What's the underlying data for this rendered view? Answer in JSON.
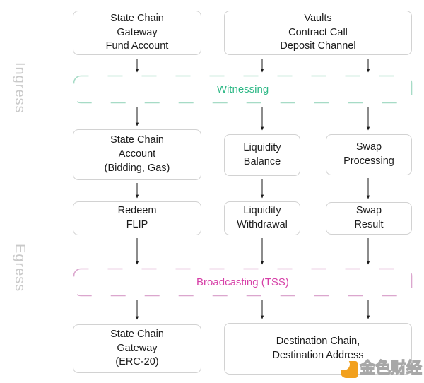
{
  "side_labels": {
    "ingress": "Ingress",
    "egress": "Egress"
  },
  "nodes": {
    "fund_account": "State Chain\nGateway\nFund Account",
    "vaults": "Vaults\nContract Call\nDeposit Channel",
    "state_chain_account": "State Chain\nAccount\n(Bidding, Gas)",
    "liquidity_balance": "Liquidity\nBalance",
    "swap_processing": "Swap\nProcessing",
    "redeem_flip": "Redeem\nFLIP",
    "liquidity_withdrawal": "Liquidity\nWithdrawal",
    "swap_result": "Swap\nResult",
    "gateway_erc20": "State Chain\nGateway\n(ERC-20)",
    "destination": "Destination Chain,\nDestination Address"
  },
  "bands": {
    "witnessing": "Witnessing",
    "broadcasting": "Broadcasting (TSS)"
  },
  "watermark": {
    "brand": "金色财经"
  },
  "colors": {
    "witnessing_text": "#2eb886",
    "witnessing_dash": "#a6dbc6",
    "broadcasting_text": "#d63fa7",
    "broadcasting_dash": "#dba6ce",
    "box_border": "#d2d2d2",
    "box_text": "#1c1c1c",
    "arrow": "#1a1a1a",
    "side_label": "#c9c9c9",
    "watermark_orange": "#f2a01d"
  }
}
